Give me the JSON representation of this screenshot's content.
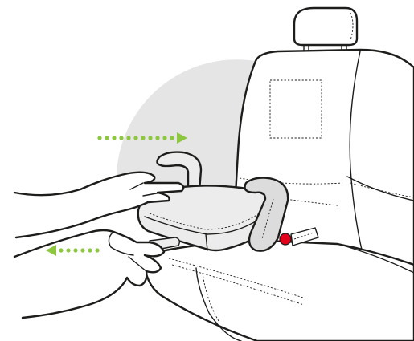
{
  "colors": {
    "background": "#ffffff",
    "backdrop_circle": "#e5e5e5",
    "outline": "#1d1d1b",
    "direction_arrow": "#8dc63f",
    "latch_button": "#e3001b",
    "booster_fill": "#ececec"
  },
  "arrows": [
    {
      "name": "push-in-arrow",
      "direction": "right"
    },
    {
      "name": "pull-out-arrow",
      "direction": "left"
    }
  ]
}
